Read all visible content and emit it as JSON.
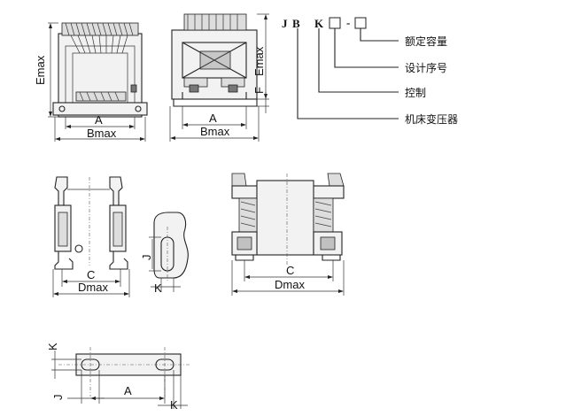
{
  "labels": {
    "view1": {
      "height": "Emax",
      "inner_width": "A",
      "outer_width": "Bmax"
    },
    "view2": {
      "height": "Emax",
      "foot": "F",
      "inner_width": "A",
      "outer_width": "Bmax"
    },
    "view3": {
      "inner_depth": "C",
      "outer_depth": "Dmax"
    },
    "view4": {
      "slot_length": "J",
      "slot_width": "K"
    },
    "view5": {
      "inner_depth": "C",
      "outer_depth": "Dmax"
    },
    "view6": {
      "slot_width": "K",
      "slot_length": "J",
      "hole_spacing": "A",
      "edge_k": "K"
    }
  },
  "model_code": {
    "prefix_j": "J",
    "prefix_b": "B",
    "control": "K",
    "dash": "-",
    "legend": [
      "额定容量",
      "设计序号",
      "控制",
      "机床变压器"
    ]
  }
}
